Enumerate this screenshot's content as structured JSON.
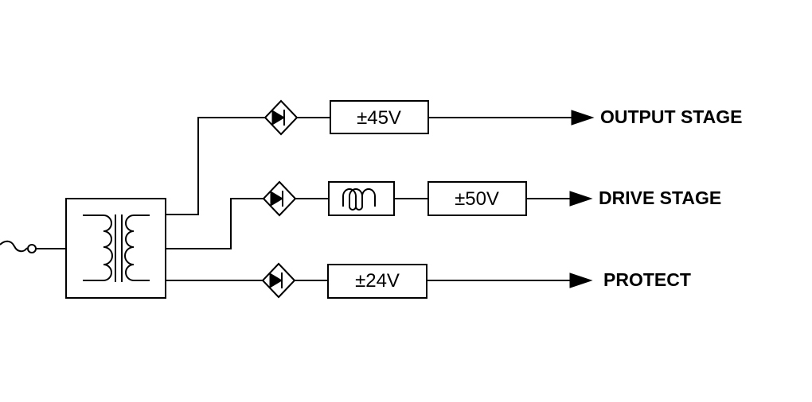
{
  "rails": {
    "output": {
      "voltage": "±45V",
      "destination": "OUTPUT STAGE"
    },
    "drive": {
      "voltage": "±50V",
      "destination": "DRIVE STAGE"
    },
    "protect": {
      "voltage": "±24V",
      "destination": "PROTECT"
    }
  },
  "icons": {
    "fuse": "fuse-icon",
    "transformer": "transformer-icon",
    "rectifier": "rectifier-diode-icon",
    "inductor": "inductor-coil-icon",
    "arrow": "arrow-right-icon"
  },
  "colors": {
    "line": "#000000",
    "background": "#ffffff"
  }
}
